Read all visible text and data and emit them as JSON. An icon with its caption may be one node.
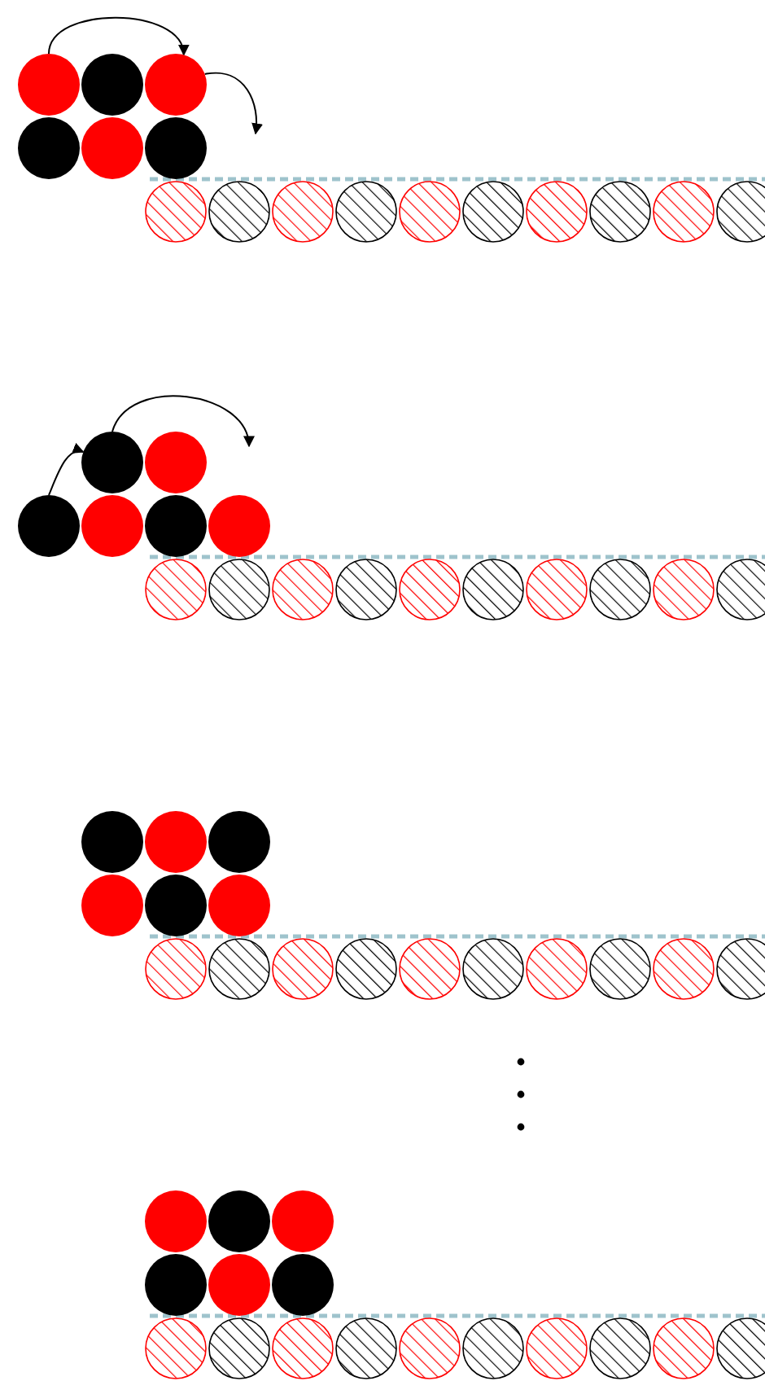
{
  "diagram": {
    "nodes": [
      {
        "text": [],
        "shape": "circle"
      },
      {
        "text": [],
        "shape": "circle"
      },
      {
        "text": [],
        "shape": "circle"
      },
      {
        "text": [],
        "shape": "circle"
      },
      {
        "text": [],
        "shape": "circle"
      },
      {
        "text": [],
        "shape": "circle"
      },
      {
        "text": [],
        "shape": "circle"
      },
      {
        "text": [],
        "shape": "circle"
      },
      {
        "text": [],
        "shape": "circle"
      },
      {
        "text": [],
        "shape": "circle"
      },
      {
        "text": [],
        "shape": "circle"
      },
      {
        "text": [],
        "shape": "circle"
      },
      {
        "text": [],
        "shape": "circle"
      },
      {
        "text": [],
        "shape": "circle"
      },
      {
        "text": [],
        "shape": "circle"
      },
      {
        "text": [],
        "shape": "circle"
      },
      {
        "text": [],
        "shape": "circle"
      },
      {
        "text": [],
        "shape": "circle"
      },
      {
        "text": [],
        "shape": "circle"
      },
      {
        "text": [],
        "shape": "circle"
      },
      {
        "text": [],
        "shape": "circle"
      },
      {
        "text": [],
        "shape": "circle"
      },
      {
        "text": [],
        "shape": "circle"
      },
      {
        "text": [],
        "shape": "circle"
      }
    ],
    "edges": [
      {
        "from": 0,
        "to": 2,
        "arrow": "to"
      },
      {
        "from": 2,
        "to": null,
        "arrow": "to"
      },
      {
        "from": 8,
        "to": 6,
        "arrow": "to"
      },
      {
        "from": 6,
        "to": null,
        "arrow": "to"
      }
    ]
  }
}
